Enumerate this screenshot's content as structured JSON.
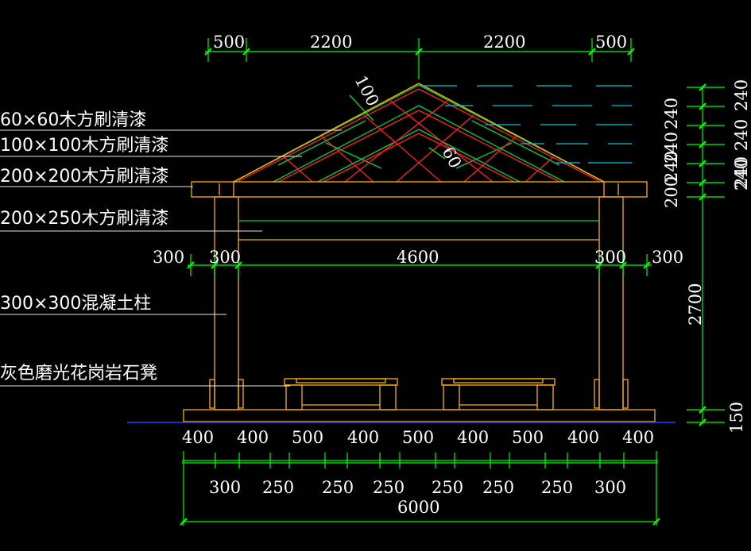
{
  "labels": {
    "wood60": "60×60木方刷清漆",
    "wood100": "100×100木方刷清漆",
    "wood200x200": "200×200木方刷清漆",
    "wood200x250": "200×250木方刷清漆",
    "column": "300×300混凝土柱",
    "bench": "灰色磨光花岗岩石凳"
  },
  "dims": {
    "top": [
      "500",
      "2200",
      "2200",
      "500"
    ],
    "mid": [
      "300",
      "300",
      "4600",
      "300",
      "300"
    ],
    "bottom1": [
      "400",
      "400",
      "500",
      "400",
      "500",
      "400",
      "500",
      "400",
      "400"
    ],
    "bottom2": [
      "300",
      "250",
      "250",
      "250",
      "250",
      "250",
      "250",
      "300"
    ],
    "total": "6000",
    "right_outer": [
      "240",
      "240",
      "240",
      "240"
    ],
    "right_inner": [
      "240",
      "240",
      "240",
      "200"
    ],
    "height": "2700",
    "base": "150",
    "roof_a": "100",
    "roof_b": "60"
  },
  "colors": {
    "background": "#000000",
    "dimension": "#00ff00",
    "structure": "#ffb000",
    "member_red": "#ff2020",
    "member_green": "#00d040",
    "hatch": "#00c8d8",
    "ground": "#2040ff",
    "text": "#ffffff"
  }
}
